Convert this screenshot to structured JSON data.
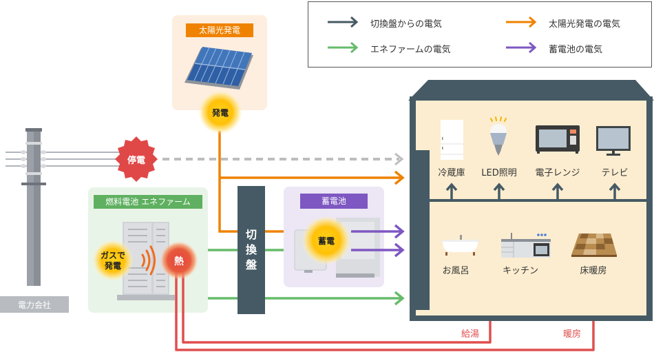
{
  "legend": {
    "items": [
      {
        "label": "切換盤からの電気",
        "color": "#455a64"
      },
      {
        "label": "太陽光発電の電気",
        "color": "#ef8200"
      },
      {
        "label": "エネファームの電気",
        "color": "#66bb6a"
      },
      {
        "label": "蓄電池の電気",
        "color": "#7e57c2"
      }
    ]
  },
  "utility": {
    "label": "電力会社"
  },
  "outage": {
    "label": "停電"
  },
  "solar": {
    "title": "太陽光発電",
    "badge": "発電"
  },
  "enefarm": {
    "title": "燃料電池 エネファーム",
    "gas_badge_line1": "ガスで",
    "gas_badge_line2": "発電",
    "heat_badge": "熱"
  },
  "switchboard": {
    "chars": [
      "切",
      "換",
      "盤"
    ]
  },
  "battery": {
    "title": "蓄電池",
    "badge": "蓄電"
  },
  "house": {
    "appliances": [
      {
        "label": "冷蔵庫",
        "icon": "refrigerator-icon"
      },
      {
        "label": "LED照明",
        "icon": "led-bulb-icon"
      },
      {
        "label": "電子レンジ",
        "icon": "microwave-icon"
      },
      {
        "label": "テレビ",
        "icon": "tv-icon"
      }
    ],
    "heat_uses": [
      {
        "label": "お風呂",
        "icon": "bathtub-icon"
      },
      {
        "label": "キッチン",
        "icon": "kitchen-icon"
      },
      {
        "label": "床暖房",
        "icon": "floor-heating-icon"
      }
    ]
  },
  "heat_lines": {
    "hot_water": "給湯",
    "heating": "暖房"
  },
  "colors": {
    "dark": "#455a64",
    "orange": "#ef8200",
    "green": "#66bb6a",
    "purple": "#7e57c2",
    "red": "#e04e4e",
    "gray": "#bdbdbd",
    "house_bg": "#fcedd0"
  }
}
